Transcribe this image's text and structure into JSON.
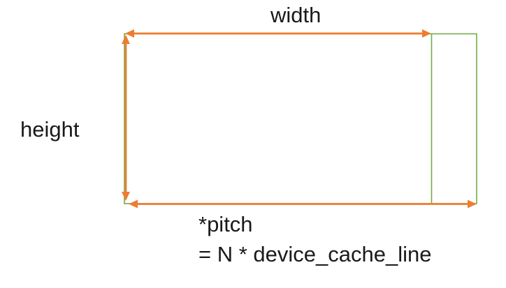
{
  "diagram": {
    "labels": {
      "width": "width",
      "height": "height",
      "pitch_line1": "*pitch",
      "pitch_line2": "= N * device_cache_line"
    },
    "colors": {
      "arrow_orange": "#ED7D31",
      "rect_green": "#70AD47",
      "label_text": "#1A1A1A",
      "background": "#FFFFFF"
    }
  }
}
